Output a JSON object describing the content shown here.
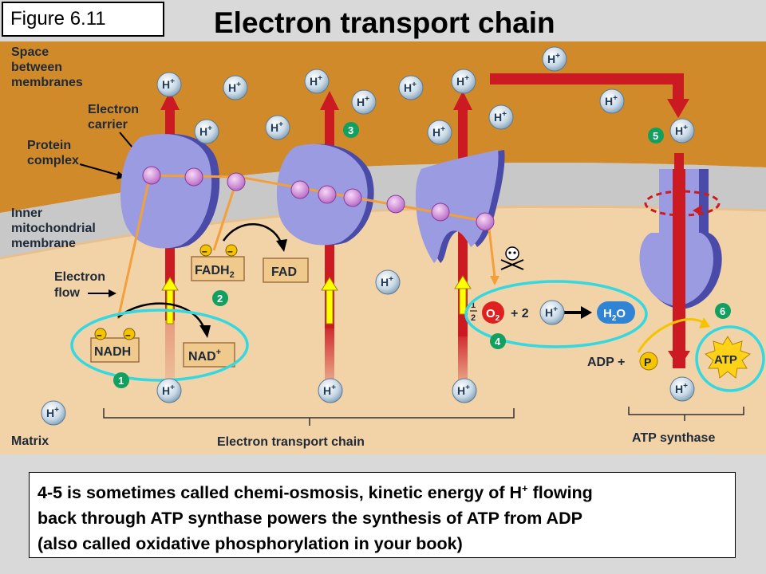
{
  "figure_label": "Figure 6.11",
  "title": "Electron transport chain",
  "regions": {
    "space": [
      "Space",
      "between",
      "membranes"
    ],
    "inner": [
      "Inner",
      "mitochondrial",
      "membrane"
    ],
    "matrix": "Matrix"
  },
  "labels": {
    "electron_carrier": [
      "Electron",
      "carrier"
    ],
    "protein_complex": [
      "Protein",
      "complex"
    ],
    "electron_flow": [
      "Electron",
      "flow"
    ],
    "etc_bracket": "Electron transport chain",
    "atp_synthase": "ATP synthase"
  },
  "molecules": {
    "nadh": "NADH",
    "nad": "NAD",
    "nad_sup": "+",
    "fadh2": "FADH",
    "fadh2_sub": "2",
    "fad": "FAD",
    "half_num": "1",
    "half_den": "2",
    "o2": "O",
    "o2_sub": "2",
    "plus_two": "+ 2",
    "h2o_h": "H",
    "h2o_sub": "2",
    "h2o_o": "O",
    "adp": "ADP +",
    "p": "P",
    "atp": "ATP",
    "h_ion": "H",
    "h_ion_sup": "+",
    "electron": "–"
  },
  "steps": [
    "1",
    "2",
    "3",
    "4",
    "5",
    "6"
  ],
  "caption": {
    "line1_a": "4-5 is sometimes called chemi-osmosis, kinetic energy of H",
    "line1_sup": "+",
    "line1_b": " flowing",
    "line2": "back through ATP synthase powers the synthesis of ATP from ADP",
    "line3": "(also called oxidative phosphorylation in your book)"
  },
  "colors": {
    "space": "#d08a2a",
    "membrane": "#c8c8c8",
    "matrix": "#f2d3a8",
    "protein": "#9a9be0",
    "proton_arrow": "#cc1a22",
    "highlight": "#35d8e0",
    "electron_path": "#f3a03a"
  }
}
